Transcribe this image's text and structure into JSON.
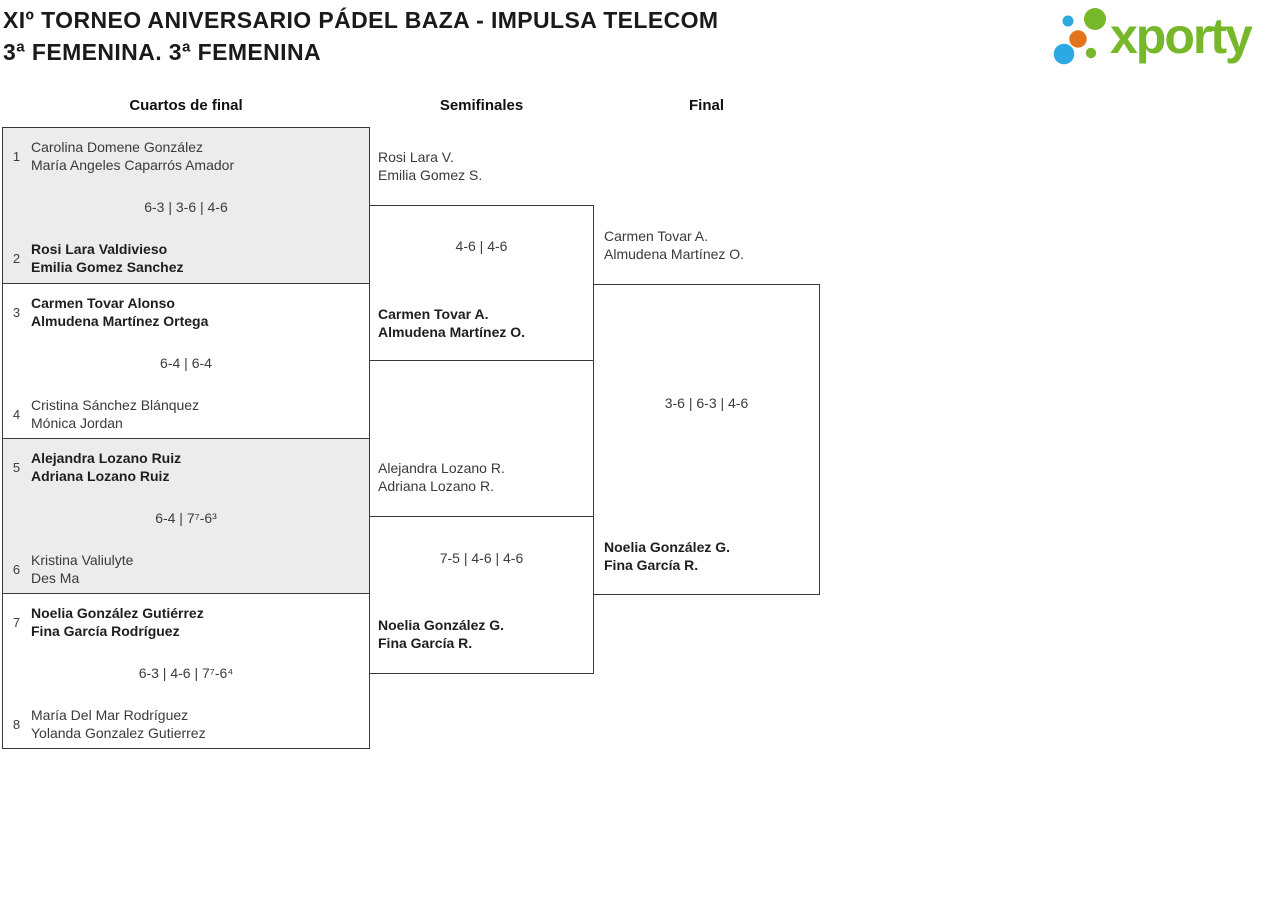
{
  "header": {
    "title_line1": "XIº TORNEO ANIVERSARIO PÁDEL BAZA - IMPULSA TELECOM",
    "title_line2": "3ª FEMENINA. 3ª FEMENINA"
  },
  "logo": {
    "text": "xporty",
    "colors": {
      "green": "#76b82a",
      "blue": "#2ba9e0",
      "orange": "#e5731c"
    }
  },
  "round_headers": [
    "Cuartos de final",
    "Semifinales",
    "Final"
  ],
  "bracket": {
    "quarterfinals": [
      {
        "seed_top": "1",
        "team_top": [
          "Carolina Domene González",
          "María Angeles Caparrós Amador"
        ],
        "score": "6-3 | 3-6 | 4-6",
        "seed_bottom": "2",
        "team_bottom": [
          "Rosi Lara Valdivieso",
          "Emilia Gomez Sanchez"
        ],
        "winner": "bottom"
      },
      {
        "seed_top": "3",
        "team_top": [
          "Carmen Tovar Alonso",
          "Almudena Martínez Ortega"
        ],
        "score": "6-4 | 6-4",
        "seed_bottom": "4",
        "team_bottom": [
          "Cristina Sánchez Blánquez",
          "Mónica Jordan"
        ],
        "winner": "top"
      },
      {
        "seed_top": "5",
        "team_top": [
          "Alejandra Lozano Ruiz",
          "Adriana Lozano Ruiz"
        ],
        "score": "6-4 | 7⁷-6³",
        "seed_bottom": "6",
        "team_bottom": [
          "Kristina Valiulyte",
          "Des Ma"
        ],
        "winner": "top"
      },
      {
        "seed_top": "7",
        "team_top": [
          "Noelia González Gutiérrez",
          "Fina García Rodríguez"
        ],
        "score": "6-3 | 4-6 | 7⁷-6⁴",
        "seed_bottom": "8",
        "team_bottom": [
          "María Del Mar Rodríguez",
          "Yolanda Gonzalez Gutierrez"
        ],
        "winner": "top"
      }
    ],
    "semifinals": [
      {
        "team_top": [
          "Rosi Lara V.",
          "Emilia Gomez S."
        ],
        "score": "4-6 | 4-6",
        "team_bottom": [
          "Carmen Tovar A.",
          "Almudena Martínez O."
        ],
        "winner": "bottom"
      },
      {
        "team_top": [
          "Alejandra Lozano R.",
          "Adriana Lozano R."
        ],
        "score": "7-5 | 4-6 | 4-6",
        "team_bottom": [
          "Noelia González G.",
          "Fina García R."
        ],
        "winner": "bottom"
      }
    ],
    "final": {
      "team_top": [
        "Carmen Tovar A.",
        "Almudena Martínez O."
      ],
      "score": "3-6 | 6-3 | 4-6",
      "team_bottom": [
        "Noelia González G.",
        "Fina García R."
      ],
      "winner": "bottom"
    }
  }
}
